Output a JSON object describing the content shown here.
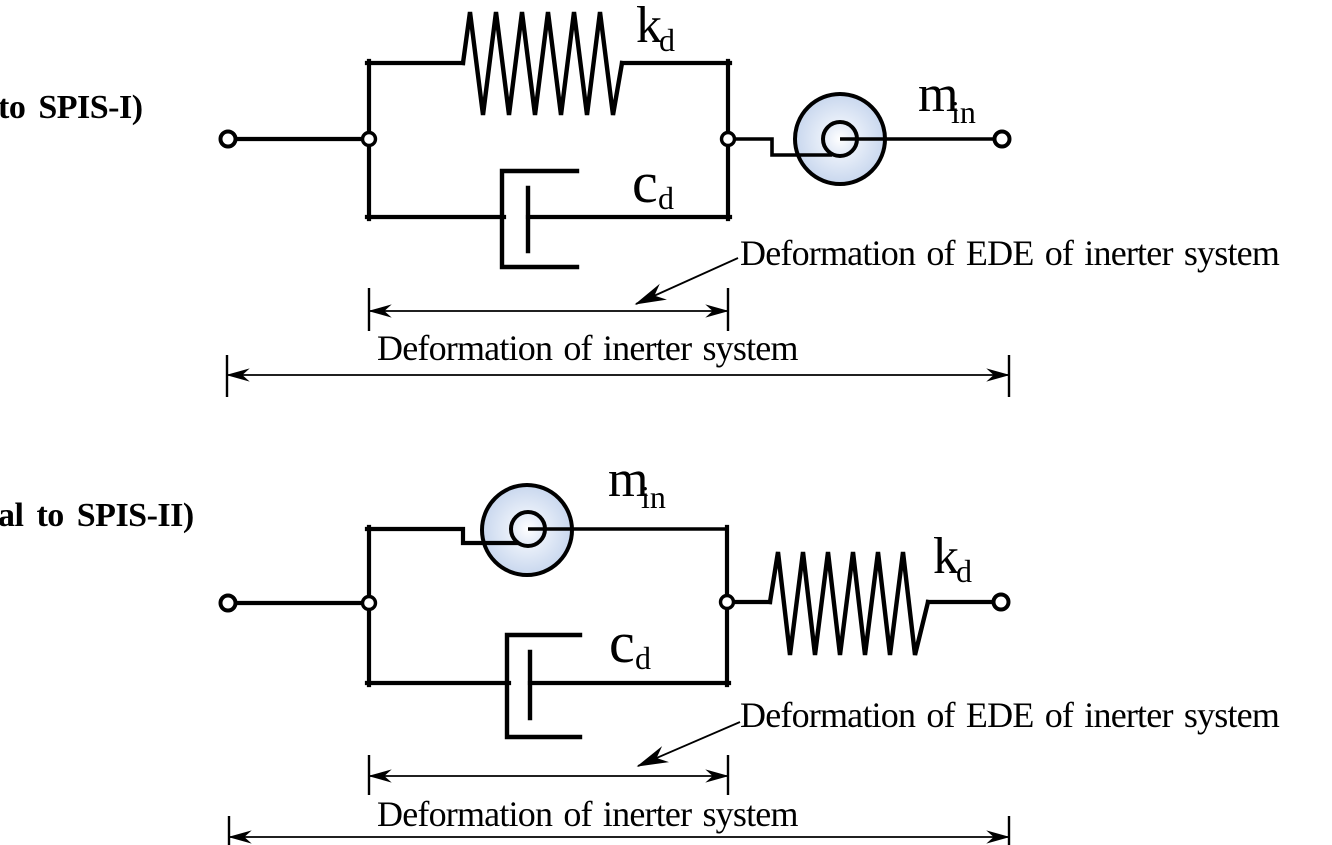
{
  "figure": {
    "colors": {
      "line": "#000000",
      "inerter_center": "#ffffff",
      "inerter_mid": "#e6edf8",
      "inerter_edge": "#c3d3ec",
      "inerter_hub_edge": "#d9e3f4"
    }
  },
  "top_diagram": {
    "title": "to SPIS-I)",
    "spring_label": {
      "main": "k",
      "sub": "d"
    },
    "damper_label": {
      "main": "c",
      "sub": "d"
    },
    "inerter_label": {
      "main": "m",
      "sub": "in"
    },
    "ede_dimension_label": "Deformation of EDE of inerter system",
    "total_dimension_label": "Deformation of inerter system"
  },
  "bottom_diagram": {
    "title": "al to SPIS-II)",
    "spring_label": {
      "main": "k",
      "sub": "d"
    },
    "damper_label": {
      "main": "c",
      "sub": "d"
    },
    "inerter_label": {
      "main": "m",
      "sub": "in"
    },
    "ede_dimension_label": "Deformation of EDE of inerter system",
    "total_dimension_label": "Deformation of inerter system"
  }
}
